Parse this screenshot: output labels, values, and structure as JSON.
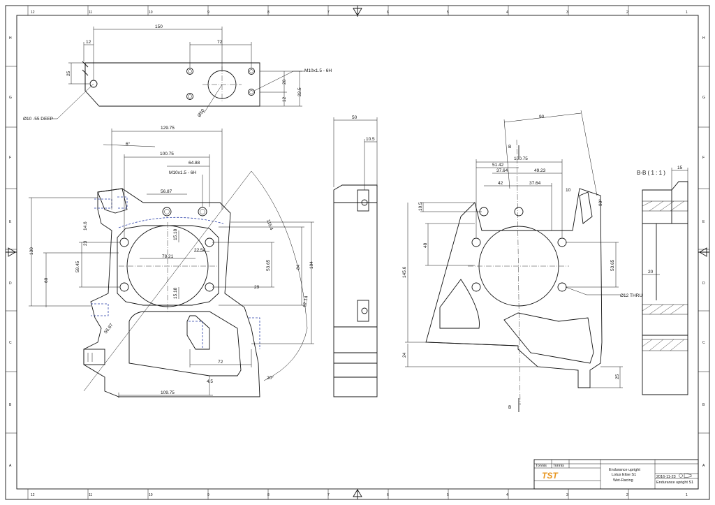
{
  "border": {
    "columns": [
      "12",
      "11",
      "10",
      "9",
      "8",
      "7",
      "6",
      "5",
      "4",
      "3",
      "2",
      "1"
    ],
    "rows": [
      "H",
      "G",
      "F",
      "E",
      "D",
      "C",
      "B",
      "A"
    ]
  },
  "top_view": {
    "dims": {
      "overall": "150",
      "left": "12",
      "holes": "72",
      "height_left": "25",
      "h20": "20",
      "h12": "12",
      "h22": "22.5",
      "dia": "Ø50"
    },
    "callouts": {
      "thread": "M10x1.5 - 6H",
      "bore": "Ø10 -55 DEEP"
    }
  },
  "front_view": {
    "dims": {
      "w12975": "129.75",
      "ang6": "6°",
      "w10075": "100.75",
      "w6488": "64.88",
      "w5687": "56.87",
      "h130": "130",
      "h60": "60",
      "h5945": "59.45",
      "h15a": "15.18",
      "w2254": "22.54",
      "w7821": "78.21",
      "h15b": "15.18",
      "h5365": "53.65",
      "h84": "84",
      "h104": "104",
      "w29": "29",
      "w72": "72",
      "w45": "4.5",
      "w10975": "109.75",
      "ang20": "20°",
      "r1154": "115.4",
      "r6214": "62.14",
      "r5687": "56.87",
      "h23": "23",
      "h146": "14.6"
    },
    "callouts": {
      "thread": "M10x1.5 - 6H"
    }
  },
  "side_view": {
    "dims": {
      "w50": "50",
      "w105": "10.5"
    }
  },
  "rear_view": {
    "dims": {
      "w90": "90",
      "w10075": "100.75",
      "w5142": "51.42",
      "w3764a": "37.64",
      "w4923": "49.23",
      "w42": "42",
      "w3764b": "37.64",
      "w10": "10",
      "ang90": "90°",
      "h105": "10.5",
      "h48": "48",
      "h1456": "145.6",
      "h5365": "53.65",
      "h24": "24",
      "h25": "25"
    },
    "callouts": {
      "thru": "Ø12 THRU"
    },
    "section_mark": "B"
  },
  "section": {
    "title": "B-B ( 1 : 1 )",
    "w15": "15",
    "w20": "20"
  },
  "title_block": {
    "logo": "TST",
    "author1": "Tonnis",
    "author2": "Tonnis",
    "title1": "Endurance upright",
    "title2": "Lotus Elise S1",
    "title3": "Wet-Racing",
    "date": "2016-11-23",
    "drawing_name": "Endurance upright S1",
    "colors": {
      "logo": "#e8951e"
    }
  }
}
